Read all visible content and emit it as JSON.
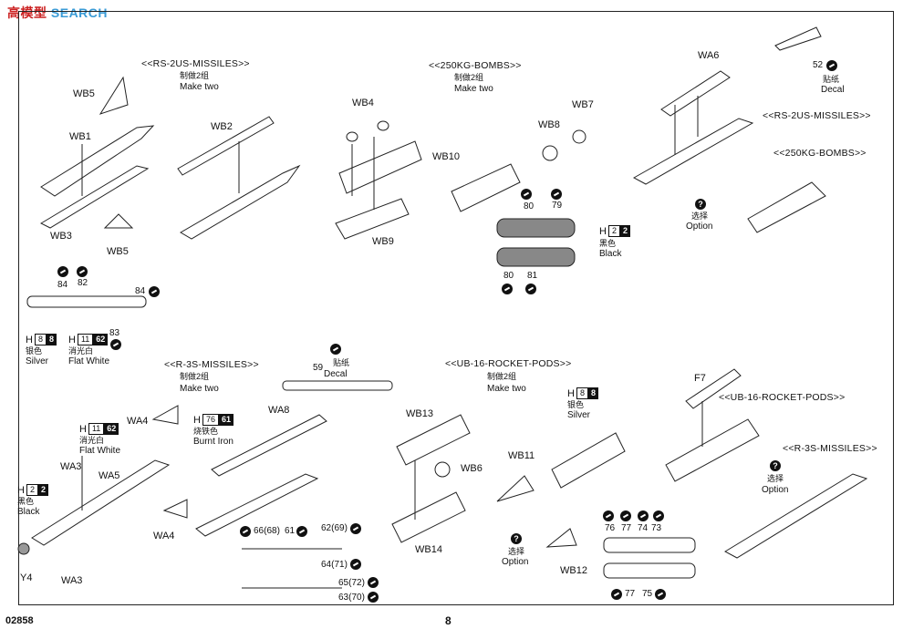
{
  "watermark": {
    "a": "高",
    "b": "模型",
    "c": "SEARCH"
  },
  "footer": {
    "code": "02858",
    "page": "8"
  },
  "sections": {
    "rs2us_a": {
      "title": "<<RS-2US-MISSILES>>",
      "cn": "制做2组",
      "en": "Make two"
    },
    "bombs_a": {
      "title": "<<250KG-BOMBS>>",
      "cn": "制做2组",
      "en": "Make two"
    },
    "rs2us_b": {
      "title": "<<RS-2US-MISSILES>>"
    },
    "bombs_b": {
      "title": "<<250KG-BOMBS>>"
    },
    "r3s_a": {
      "title": "<<R-3S-MISSILES>>",
      "cn": "制做2组",
      "en": "Make two"
    },
    "ub16_a": {
      "title": "<<UB-16-ROCKET-PODS>>",
      "cn": "制做2组",
      "en": "Make two"
    },
    "ub16_b": {
      "title": "<<UB-16-ROCKET-PODS>>"
    },
    "r3s_b": {
      "title": "<<R-3S-MISSILES>>"
    }
  },
  "parts": {
    "wb5a": "WB5",
    "wb1": "WB1",
    "wb3": "WB3",
    "wb5b": "WB5",
    "wb2": "WB2",
    "wb4": "WB4",
    "wb10": "WB10",
    "wb9": "WB9",
    "wb8": "WB8",
    "wb7": "WB7",
    "wa6": "WA6",
    "wb13": "WB13",
    "wb6": "WB6",
    "wb14": "WB14",
    "wb11": "WB11",
    "wb12": "WB12",
    "f7": "F7",
    "wa8": "WA8",
    "wa4a": "WA4",
    "wa4b": "WA4",
    "wa3a": "WA3",
    "wa5": "WA5",
    "wa3b": "WA3",
    "y4": "Y4"
  },
  "decals": {
    "d52": "52",
    "d84a": "84",
    "d82": "82",
    "d84b": "84",
    "d83": "83",
    "d80a": "80",
    "d79": "79",
    "d80b": "80",
    "d81": "81",
    "d59": "59",
    "d66": "66(68)",
    "d61": "61",
    "d62": "62(69)",
    "d64": "64(71)",
    "d65": "65(72)",
    "d63": "63(70)",
    "d76": "76",
    "d77a": "77",
    "d74": "74",
    "d73": "73",
    "d77b": "77",
    "d75": "75"
  },
  "notes": {
    "decal_cn": "贴纸",
    "decal_en": "Decal",
    "option_cn": "选择",
    "option_en": "Option",
    "silver_cn": "银色",
    "silver_en": "Silver",
    "flatwhite_cn": "消光白",
    "flatwhite_en": "Flat White",
    "black_cn": "黑色",
    "black_en": "Black",
    "burnt_cn": "烧铁色",
    "burnt_en": "Burnt Iron"
  },
  "paints": {
    "h8": {
      "letter": "H",
      "a": "8",
      "b": "8"
    },
    "h11": {
      "letter": "H",
      "a": "11",
      "b": "62"
    },
    "h2": {
      "letter": "H",
      "a": "2",
      "b": "2"
    },
    "h76": {
      "letter": "H",
      "a": "76",
      "b": "61"
    }
  },
  "colors": {
    "ink": "#111111",
    "watermark_blue": "#3a9bd6",
    "watermark_red": "#cc2222"
  }
}
